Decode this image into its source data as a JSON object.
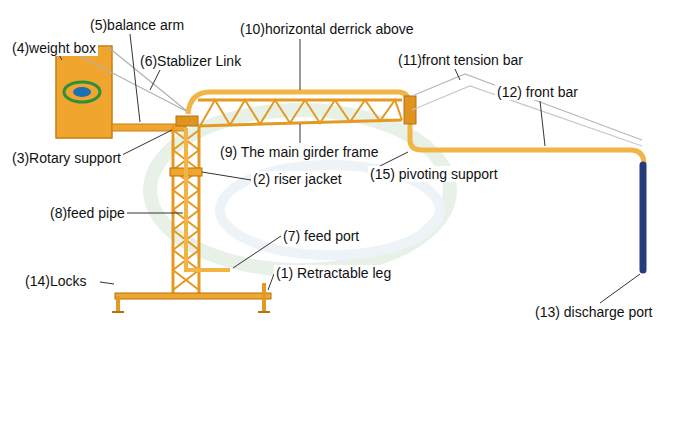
{
  "diagram": {
    "labels": [
      "(5)balance arm",
      "(10)horizontal derrick above",
      "(4)weight box",
      "(6)Stablizer Link",
      "(11)front tension bar",
      "(12) front bar",
      "(3)Rotary support",
      "(9) The main girder frame",
      "(15) pivoting support",
      "(2) riser jacket",
      "(8)feed pipe",
      "(7) feed port",
      "(14)Locks",
      "(1) Retractable leg",
      "(13) discharge port"
    ]
  }
}
